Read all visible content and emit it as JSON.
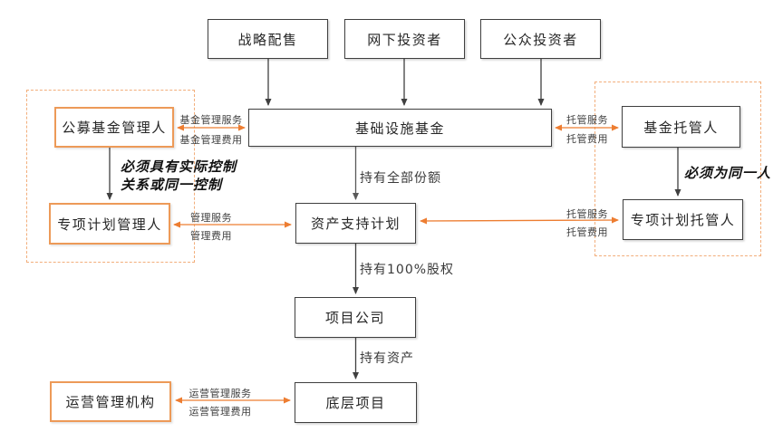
{
  "diagram": {
    "nodes": {
      "strategic": "战略配售",
      "offline": "网下投资者",
      "public": "公众投资者",
      "fund": "基础设施基金",
      "pfm": "公募基金管理人",
      "spm": "专项计划管理人",
      "abs": "资产支持计划",
      "project_co": "项目公司",
      "underlying": "底层项目",
      "opm": "运营管理机构",
      "fund_custodian": "基金托管人",
      "sp_custodian": "专项计划托管人"
    },
    "edge_labels": {
      "fund_mgmt_service": "基金管理服务",
      "fund_mgmt_fee": "基金管理费用",
      "custody_service_top": "托管服务",
      "custody_fee_top": "托管费用",
      "mgmt_service": "管理服务",
      "mgmt_fee": "管理费用",
      "custody_service_bottom": "托管服务",
      "custody_fee_bottom": "托管费用",
      "ops_service": "运营管理服务",
      "ops_fee": "运营管理费用",
      "holds_all_shares": "持有全部份额",
      "holds_equity": "持有100%股权",
      "holds_assets": "持有资产"
    },
    "annotations": {
      "control_note_line1": "必须具有实际控制",
      "control_note_line2": "关系或同一控制",
      "same_person_note": "必须为同一人"
    },
    "colors": {
      "accent_orange_arrow": "#ED7D31",
      "orange_box_border": "#ED9A58",
      "dashed_border_orange": "#F2AE7B",
      "line_black": "#404040",
      "line_gray": "#595959"
    }
  }
}
